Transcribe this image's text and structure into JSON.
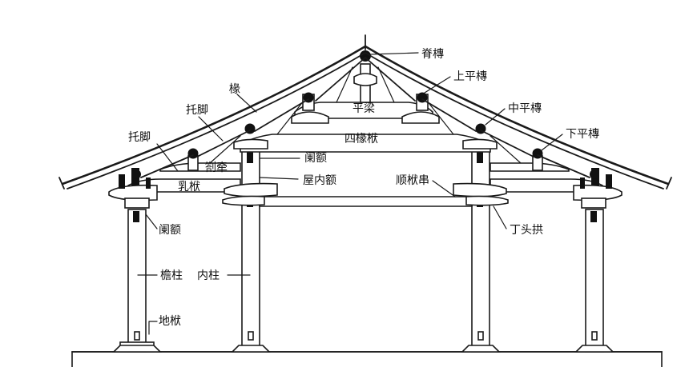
{
  "labels": {
    "ridge_purlin": "脊槫",
    "upper_purlin": "上平槫",
    "middle_purlin": "中平槫",
    "lower_purlin": "下平槫",
    "rafter": "椽",
    "bracing_upper": "托脚",
    "bracing_lower": "托脚",
    "flat_beam": "平梁",
    "four_rafter_beam": "四椽栿",
    "lan_e_inner": "阑额",
    "cha_shou": "劄牵",
    "ru_fu": "乳栿",
    "inner_lintel": "屋内额",
    "shun_fu_chuan": "顺栿串",
    "lan_e_outer": "阑额",
    "ding_tou_gong": "丁头拱",
    "eave_column": "檐柱",
    "inner_column": "内柱",
    "ground_sill": "地栿"
  },
  "colors": {
    "ink": "#1a1a1a",
    "paper": "#ffffff"
  }
}
